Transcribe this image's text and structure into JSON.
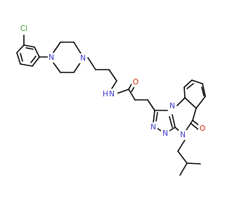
{
  "structure": {
    "atom_labels": {
      "cl": "Cl",
      "n_pip_left": "N",
      "n_pip_right": "N",
      "n_amide": "N",
      "h_amide": "H",
      "o_amide": "O",
      "n_ring_top": "N",
      "n_triazole_a": "N",
      "n_triazole_b": "N",
      "n_ring_bottom": "N",
      "o_ring": "O"
    },
    "colors": {
      "bond": "#000000",
      "nitrogen": "#3333cc",
      "oxygen": "#cc2200",
      "chlorine": "#3a9a2a"
    }
  }
}
